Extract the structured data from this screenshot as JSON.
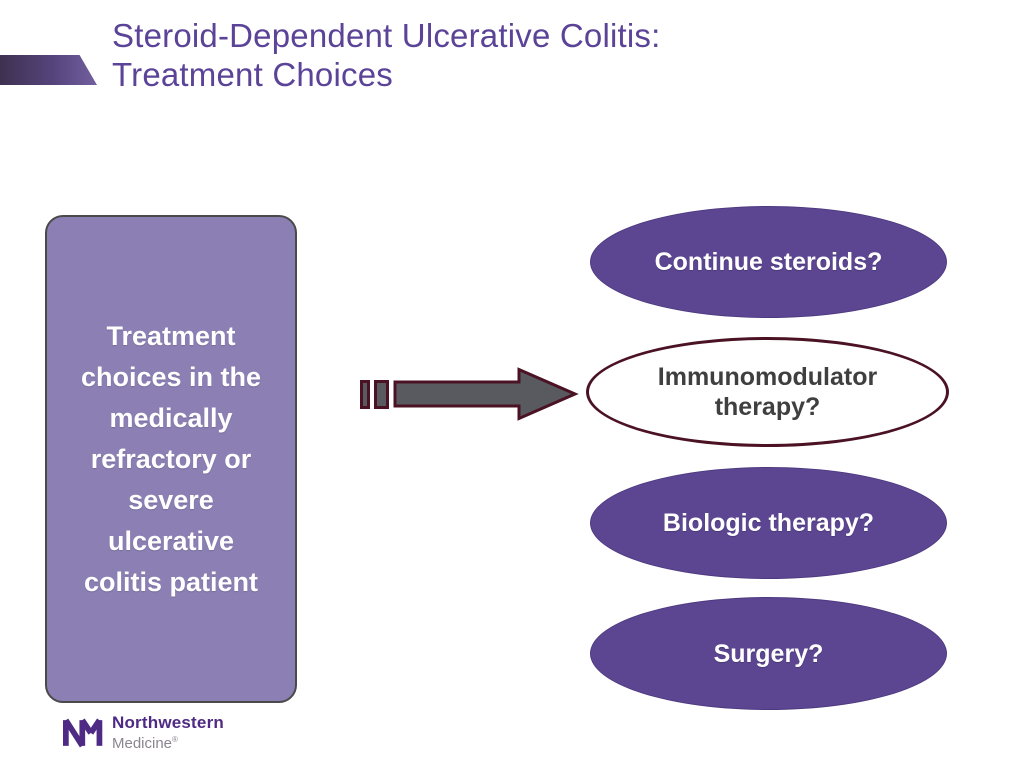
{
  "slide": {
    "title": {
      "line1": "Steroid-Dependent Ulcerative Colitis:",
      "line2": "Treatment Choices"
    },
    "left_box": {
      "lines": [
        "Treatment",
        "choices in the",
        "medically",
        "refractory or",
        "severe",
        "ulcerative",
        "colitis patient"
      ]
    },
    "options": [
      {
        "label": "Continue steroids?",
        "style": "filled-purple"
      },
      {
        "label": "Immunomodulator therapy?",
        "style": "white-maroon-outline"
      },
      {
        "label": "Biologic therapy?",
        "style": "filled-purple"
      },
      {
        "label": "Surgery?",
        "style": "filled-purple"
      }
    ],
    "logo": {
      "org": "Northwestern",
      "division": "Medicine",
      "registered": "®"
    },
    "colors": {
      "title_purple": "#5B4397",
      "box_fill": "#8C7FB4",
      "box_border": "#4A4A4A",
      "ellipse_purple": "#5C4692",
      "maroon_outline": "#4B1224",
      "arrow_gray": "#595A5F",
      "logo_purple": "#4E2A84",
      "logo_gray": "#8A858F"
    }
  }
}
